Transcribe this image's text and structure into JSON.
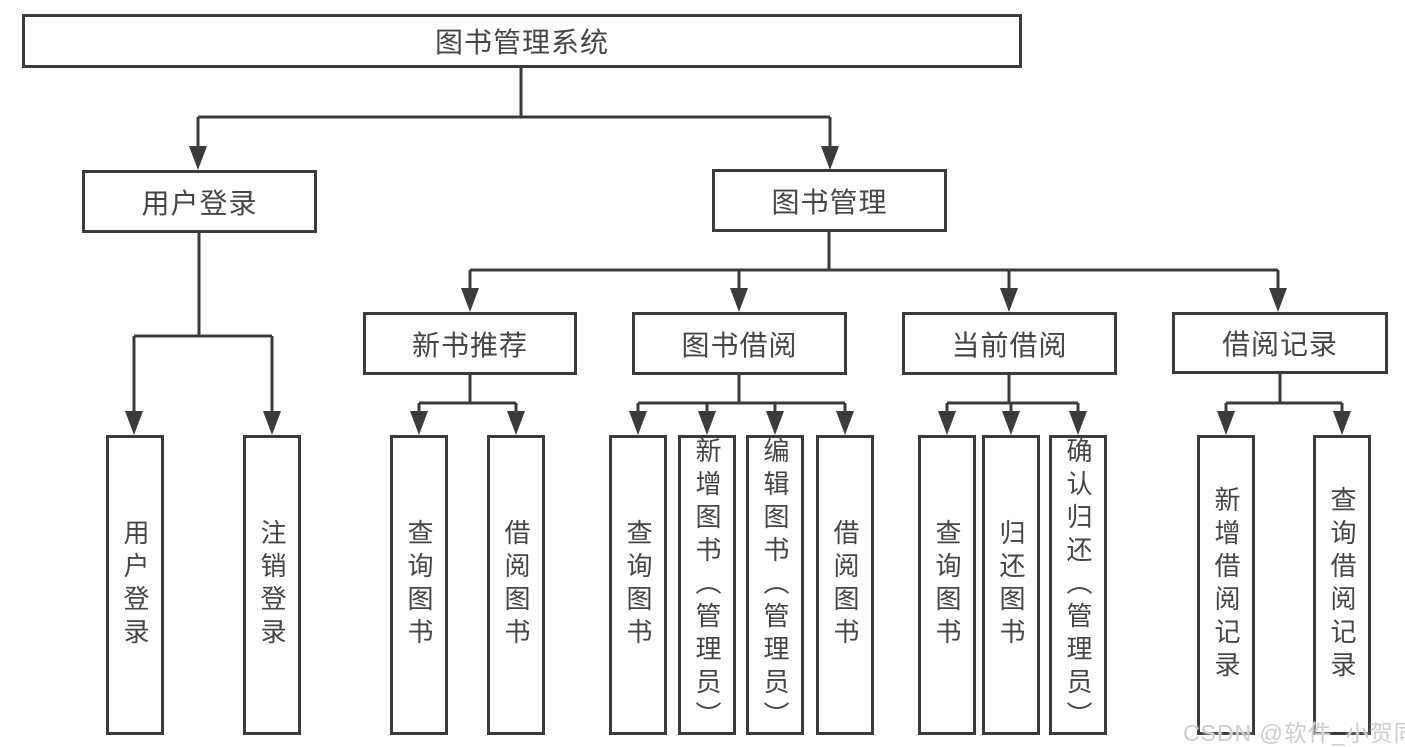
{
  "diagram": {
    "title": "图书管理系统",
    "branches": [
      {
        "label": "用户登录",
        "leaves": [
          "用户登录",
          "注销登录"
        ]
      },
      {
        "label": "图书管理",
        "groups": [
          {
            "label": "新书推荐",
            "leaves": [
              "查询图书",
              "借阅图书"
            ]
          },
          {
            "label": "图书借阅",
            "leaves": [
              "查询图书",
              "新增图书（管理员）",
              "编辑图书（管理员）",
              "借阅图书"
            ]
          },
          {
            "label": "当前借阅",
            "leaves": [
              "查询图书",
              "归还图书",
              "确认归还（管理员）"
            ]
          },
          {
            "label": "借阅记录",
            "leaves": [
              "新增借阅记录",
              "查询借阅记录"
            ]
          }
        ]
      }
    ]
  },
  "watermark": {
    "text": "CSDN @软件_小贺同学"
  },
  "colors": {
    "line": "#3b3b3b",
    "text": "#454545",
    "background": "#ffffff",
    "watermark": "#cbcdd1"
  }
}
